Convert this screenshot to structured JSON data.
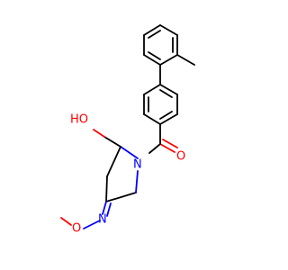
{
  "molecule": {
    "atom_labels": {
      "hydroxyl": "HO",
      "amide_nitrogen": "N",
      "carbonyl_oxygen": "O",
      "oxime_nitrogen": "N",
      "methoxy_oxygen": "O"
    },
    "colors": {
      "bond": "#000000",
      "oxygen": "#ff0000",
      "nitrogen": "#0000ff",
      "background": "#ffffff"
    }
  }
}
